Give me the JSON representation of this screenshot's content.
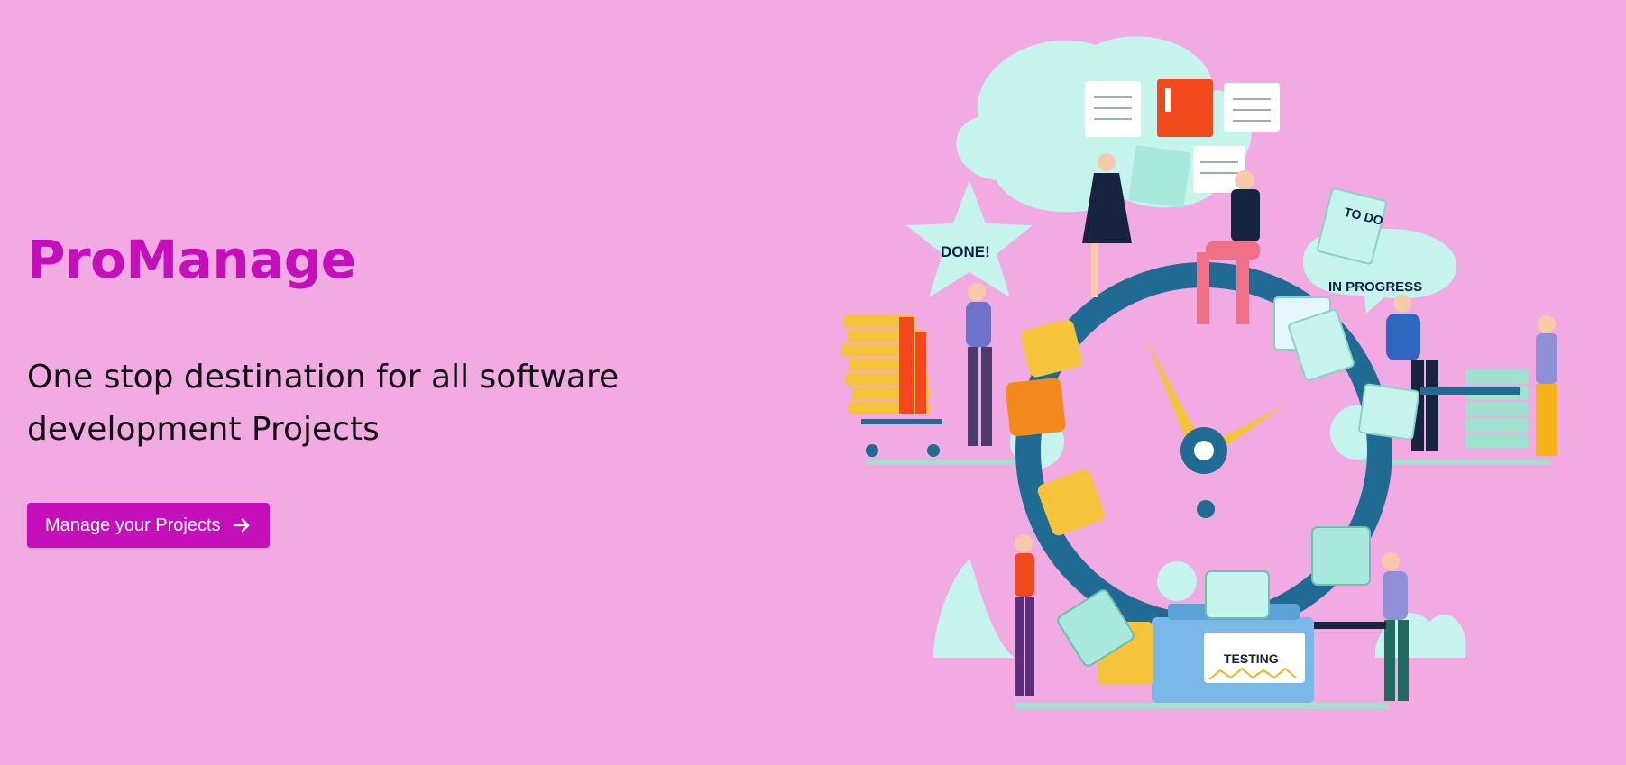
{
  "hero": {
    "title": "ProManage",
    "tagline": "One stop destination for all software development Projects",
    "cta_label": "Manage your Projects",
    "cta_icon": "arrow-right-icon"
  },
  "illustration": {
    "done_label": "DONE!",
    "todo_label": "TO DO",
    "in_progress_label": "IN PROGRESS",
    "testing_label": "TESTING"
  },
  "colors": {
    "background": "#f2aae3",
    "brand": "#c40fba",
    "text": "#111111",
    "mint": "#c4f4ec",
    "clock_ring": "#1f6b93",
    "gold": "#f6c43a",
    "orange": "#f28a1e",
    "red": "#f2491c"
  }
}
